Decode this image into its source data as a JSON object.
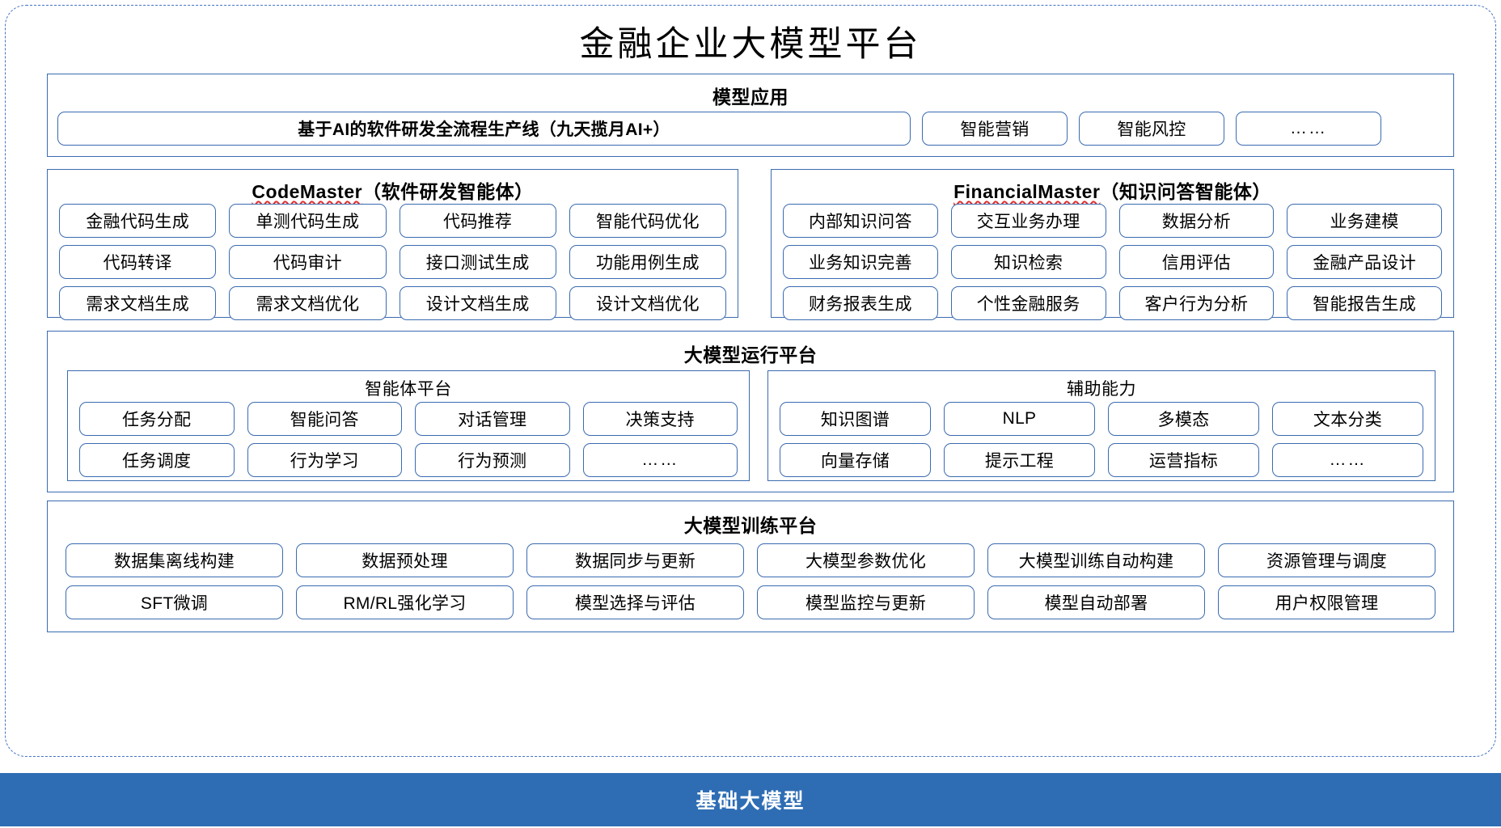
{
  "colors": {
    "frame_border": "#4472C4",
    "panel_border": "#3A6BB0",
    "chip_border": "#3A6BB0",
    "base_bar_bg": "#2E6DB4",
    "base_bar_text": "#FFFFFF",
    "spellcheck_underline": "#E03030"
  },
  "title": "金融企业大模型平台",
  "model_application": {
    "title": "模型应用",
    "primary": "基于AI的软件研发全流程生产线（九天揽月AI+）",
    "items": [
      "智能营销",
      "智能风控",
      "……"
    ]
  },
  "codemaster": {
    "name": "CodeMaster",
    "suffix": "（软件研发智能体）",
    "rows": [
      [
        "金融代码生成",
        "单测代码生成",
        "代码推荐",
        "智能代码优化"
      ],
      [
        "代码转译",
        "代码审计",
        "接口测试生成",
        "功能用例生成"
      ],
      [
        "需求文档生成",
        "需求文档优化",
        "设计文档生成",
        "设计文档优化"
      ]
    ]
  },
  "financialmaster": {
    "name": "FinancialMaster",
    "suffix": "（知识问答智能体）",
    "rows": [
      [
        "内部知识问答",
        "交互业务办理",
        "数据分析",
        "业务建模"
      ],
      [
        "业务知识完善",
        "知识检索",
        "信用评估",
        "金融产品设计"
      ],
      [
        "财务报表生成",
        "个性金融服务",
        "客户行为分析",
        "智能报告生成"
      ]
    ]
  },
  "run_platform": {
    "title": "大模型运行平台",
    "agent_platform": {
      "title": "智能体平台",
      "rows": [
        [
          "任务分配",
          "智能问答",
          "对话管理",
          "决策支持"
        ],
        [
          "任务调度",
          "行为学习",
          "行为预测",
          "……"
        ]
      ]
    },
    "assist_platform": {
      "title": "辅助能力",
      "rows": [
        [
          "知识图谱",
          "NLP",
          "多模态",
          "文本分类"
        ],
        [
          "向量存储",
          "提示工程",
          "运营指标",
          "……"
        ]
      ]
    }
  },
  "train_platform": {
    "title": "大模型训练平台",
    "rows": [
      [
        "数据集离线构建",
        "数据预处理",
        "数据同步与更新",
        "大模型参数优化",
        "大模型训练自动构建",
        "资源管理与调度"
      ],
      [
        "SFT微调",
        "RM/RL强化学习",
        "模型选择与评估",
        "模型监控与更新",
        "模型自动部署",
        "用户权限管理"
      ]
    ]
  },
  "base": {
    "label": "基础大模型"
  }
}
